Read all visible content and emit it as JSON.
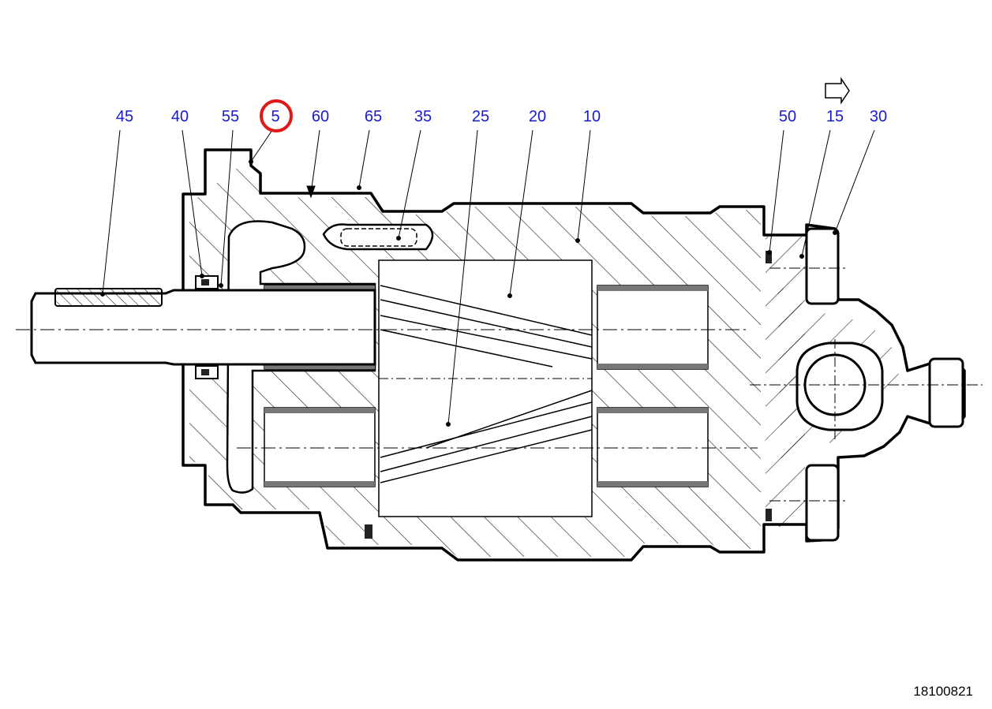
{
  "diagram": {
    "callout_color": "#1a1acc",
    "highlight_color": "#e01818",
    "highlighted_callout": "5",
    "callouts": [
      "45",
      "40",
      "55",
      "5",
      "60",
      "65",
      "35",
      "25",
      "20",
      "10",
      "50",
      "15",
      "30"
    ],
    "drawing_number": "18100821"
  }
}
